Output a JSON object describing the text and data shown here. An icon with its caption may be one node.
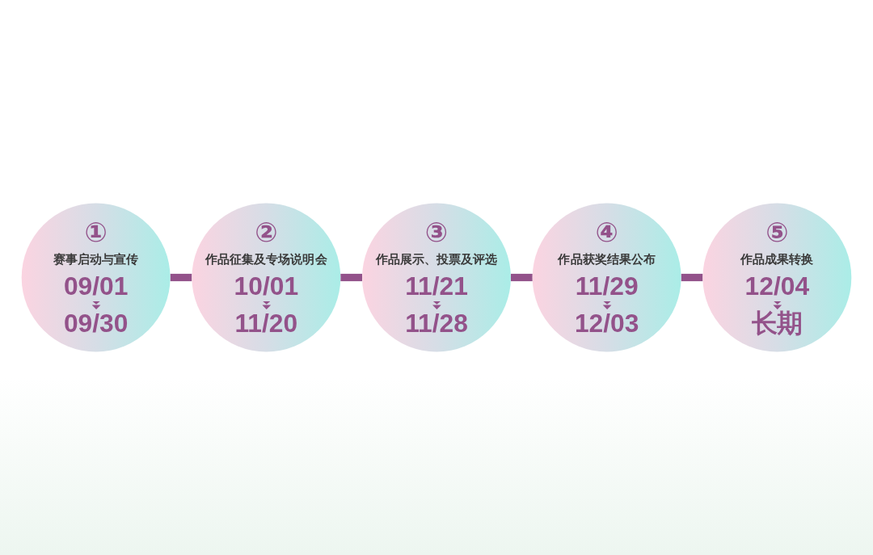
{
  "diagram": {
    "nodes": [
      {
        "text": [
          "①",
          "赛事启动与宣传",
          "09/01",
          "09/30"
        ]
      },
      {
        "text": [
          "②",
          "作品征集及专场说明会",
          "10/01",
          "11/20"
        ]
      },
      {
        "text": [
          "③",
          "作品展示、投票及评选",
          "11/21",
          "11/28"
        ]
      },
      {
        "text": [
          "④",
          "作品获奖结果公布",
          "11/29",
          "12/03"
        ]
      },
      {
        "text": [
          "⑤",
          "作品成果转换",
          "12/04",
          "长期"
        ]
      }
    ],
    "edges": [
      {
        "from": 0,
        "to": 1,
        "arrow": "none"
      },
      {
        "from": 1,
        "to": 2,
        "arrow": "none"
      },
      {
        "from": 2,
        "to": 3,
        "arrow": "none"
      },
      {
        "from": 3,
        "to": 4,
        "arrow": "none"
      }
    ]
  }
}
